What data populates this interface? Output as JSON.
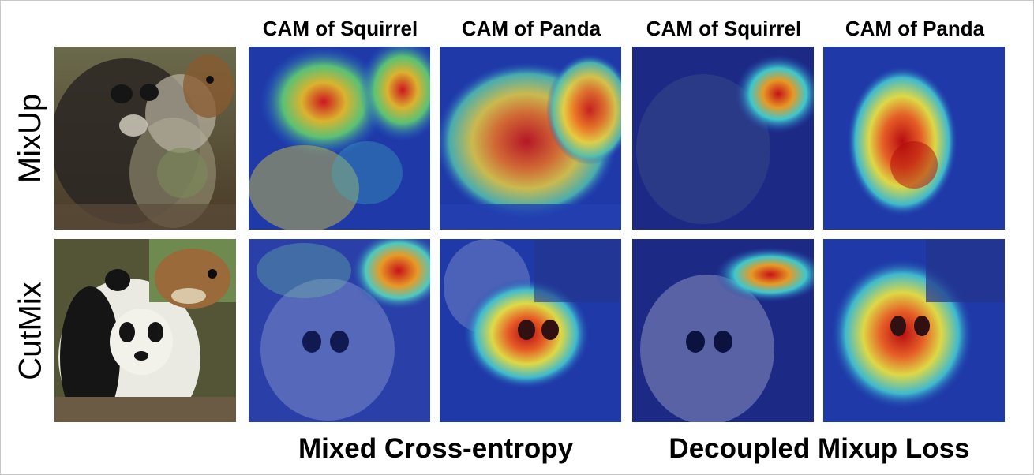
{
  "column_headers": [
    "CAM of Squirrel",
    "CAM of Panda",
    "CAM of Squirrel",
    "CAM of Panda"
  ],
  "row_labels": [
    "MixUp",
    "CutMix"
  ],
  "group_labels": [
    "Mixed Cross-entropy",
    "Decoupled Mixup Loss"
  ],
  "colors": {
    "cam_base": "#1a2a9c",
    "cam_hot": "#d01010",
    "panda_black": "#1a1a1a",
    "squirrel_brown": "#8a5a2e"
  }
}
